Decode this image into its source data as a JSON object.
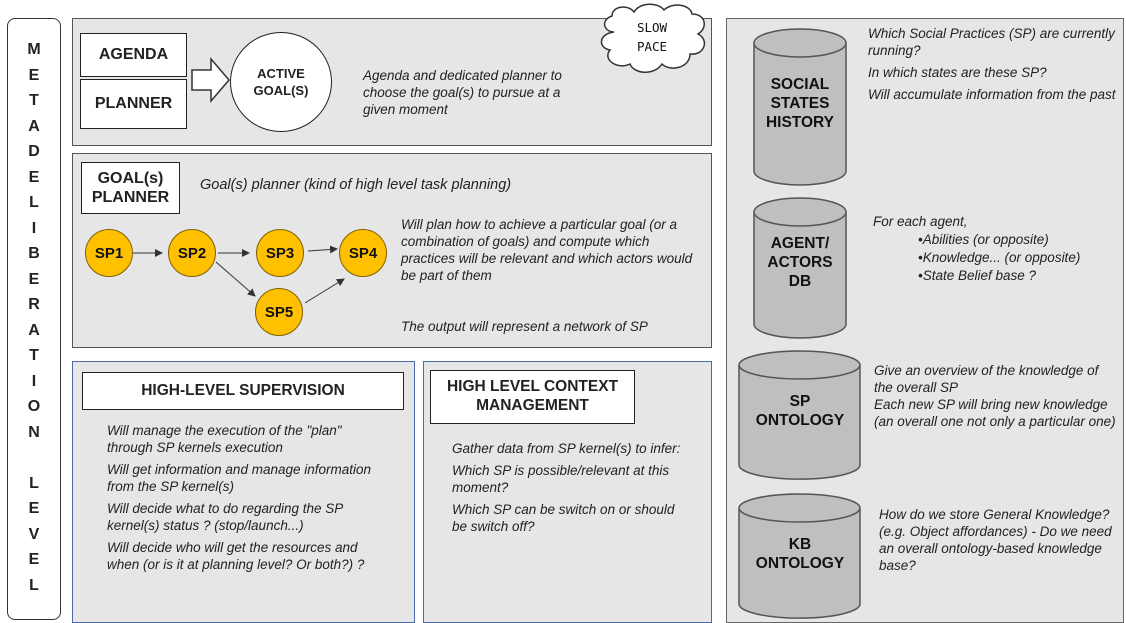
{
  "side_label": [
    "M",
    "E",
    "T",
    "A",
    "D",
    "E",
    "L",
    "I",
    "B",
    "E",
    "R",
    "A",
    "T",
    "I",
    "O",
    "N",
    "",
    "L",
    "E",
    "V",
    "E",
    "L"
  ],
  "cloud": {
    "line1": "SLOW",
    "line2": "PACE"
  },
  "agenda": {
    "agenda_label": "AGENDA",
    "planner_label": "PLANNER",
    "active_line1": "ACTIVE",
    "active_line2": "GOAL(S)",
    "desc": "Agenda and dedicated planner to choose the goal(s) to pursue at a given moment"
  },
  "goal_planner": {
    "title_line1": "GOAL(s)",
    "title_line2": "PLANNER",
    "subtitle": "Goal(s) planner (kind of high level task planning)",
    "nodes": [
      "SP1",
      "SP2",
      "SP3",
      "SP4",
      "SP5"
    ],
    "desc": "Will plan how to achieve a particular goal (or a combination of goals) and compute which practices will be relevant and which actors would be part of them",
    "output": "The output will represent a network of SP"
  },
  "supervision": {
    "title": "HIGH-LEVEL SUPERVISION",
    "items": [
      "Will manage the execution of the \"plan\" through SP kernels execution",
      "Will get information and manage information from the SP kernel(s)",
      "Will decide what to do regarding the SP kernel(s) status ? (stop/launch...)",
      "Will decide who will get the resources and when (or is it at planning level? Or both?) ?"
    ]
  },
  "context": {
    "title_line1": "HIGH LEVEL CONTEXT",
    "title_line2": "MANAGEMENT",
    "items": [
      "Gather data from SP kernel(s) to infer:",
      "Which SP is possible/relevant at this moment?",
      "Which SP can be switch on or should be switch off?"
    ]
  },
  "databases": [
    {
      "label_lines": [
        "SOCIAL",
        "STATES",
        "HISTORY"
      ],
      "desc": [
        "Which Social Practices (SP) are currently running?",
        "In which states are these SP?",
        "Will accumulate information from the past"
      ]
    },
    {
      "label_lines": [
        "AGENT/",
        "ACTORS",
        "DB"
      ],
      "desc_head": "For each agent,",
      "bullets": [
        "•Abilities (or opposite)",
        "•Knowledge... (or opposite)",
        "•State Belief base ?"
      ]
    },
    {
      "label_lines": [
        "SP",
        "ONTOLOGY"
      ],
      "desc": [
        "Give an overview of the knowledge of the overall SP",
        "Each new SP will bring new knowledge (an overall one not only a particular one)"
      ]
    },
    {
      "label_lines": [
        "KB",
        "ONTOLOGY"
      ],
      "desc": [
        "How do we store General Knowledge? (e.g. Object affordances) - Do we need an overall ontology-based knowledge base?"
      ]
    }
  ],
  "colors": {
    "panel": "#e6e6e6",
    "node": "#ffc000",
    "cylinder": "#bfbfbf",
    "panel_border_blue": "#4a6aa8"
  }
}
